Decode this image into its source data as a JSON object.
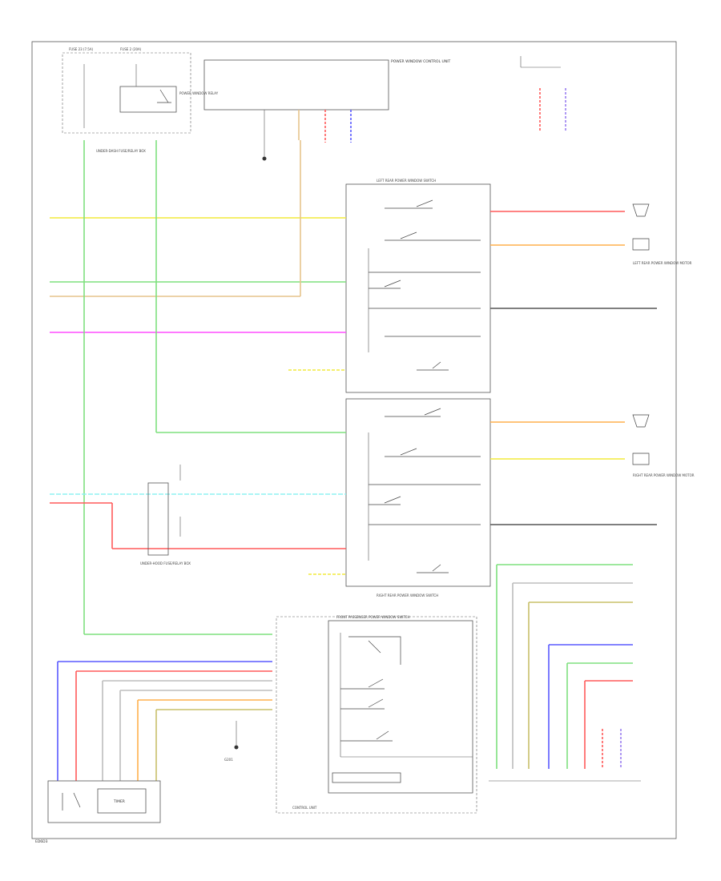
{
  "colors": {
    "yellow": "#f2ea3c",
    "green": "#7ee07e",
    "tan": "#e6c48c",
    "magenta": "#ff4dff",
    "cyan": "#8ef2f2",
    "red": "#ff5a5a",
    "orange": "#ffb04d",
    "blue": "#5a5aff",
    "violet": "#9a7ef0",
    "gray": "#bdbdbd",
    "olive": "#c8c06a",
    "black": "#333333"
  },
  "labels": {
    "footer_id": "ED6D3",
    "control_unit": "CONTROL UNIT",
    "timer": "TIMER",
    "left_door_lock_switch": "LEFT REAR POWER WINDOW SWITCH",
    "right_door_lock_switch": "RIGHT REAR POWER WINDOW SWITCH",
    "passenger_window_switch": "FRONT PASSENGER POWER WINDOW SWITCH",
    "module_title": "POWER WINDOW CONTROL UNIT",
    "left_motor": "LEFT REAR POWER WINDOW MOTOR",
    "right_motor": "RIGHT REAR POWER WINDOW MOTOR",
    "ground": "G201",
    "relay": "POWER WINDOW RELAY",
    "fuse_box": "UNDER-DASH FUSE/RELAY BOX",
    "dash_fuse": "FUSE 23 (7.5A)",
    "dash_fuse2": "FUSE 2 (20A)",
    "junction": "UNDER-HOOD FUSE/RELAY BOX"
  }
}
